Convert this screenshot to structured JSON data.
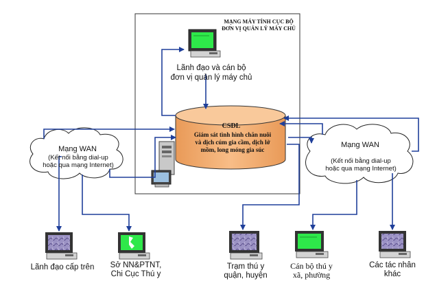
{
  "diagram": {
    "lan_box_title": "MẠNG MÁY TÍNH CỤC BỘ\nĐƠN VỊ QUẢN LÝ MÁY CHỦ",
    "admin_pc_label": "Lãnh đạo và cán bộ\nđơn vị quản lý máy chủ",
    "database": {
      "title": "CSDL",
      "description": "Giám sát tình hình chăn nuôi\nvà dịch cúm gia cầm, dịch lở\nmồm, long móng gia súc"
    },
    "wan_left": {
      "title": "Mạng WAN",
      "description": "(Kết nối bằng dial-up\nhoặc qua mạng Internet)"
    },
    "wan_right": {
      "title": "Mạng WAN",
      "description": "(Kết nối bằng dial-up\nhoặc qua mạng Internet)"
    },
    "clients": [
      {
        "label": "Lãnh đạo cấp trên"
      },
      {
        "label": "Sở NN&PTNT,\nChi Cục Thú y"
      },
      {
        "label": "Trạm thú y\nquận, huyện"
      },
      {
        "label": "Cán bộ thú y\nxã, phường"
      },
      {
        "label": "Các tác nhân\nkhác"
      }
    ],
    "colors": {
      "arrow": "#1f3f9a",
      "cylinder": "#f5b47a",
      "cylinder_top": "#f9c99b",
      "screen_green": "#2ee84a",
      "screen_map": "#8f86b8",
      "box_border": "#333333"
    }
  }
}
